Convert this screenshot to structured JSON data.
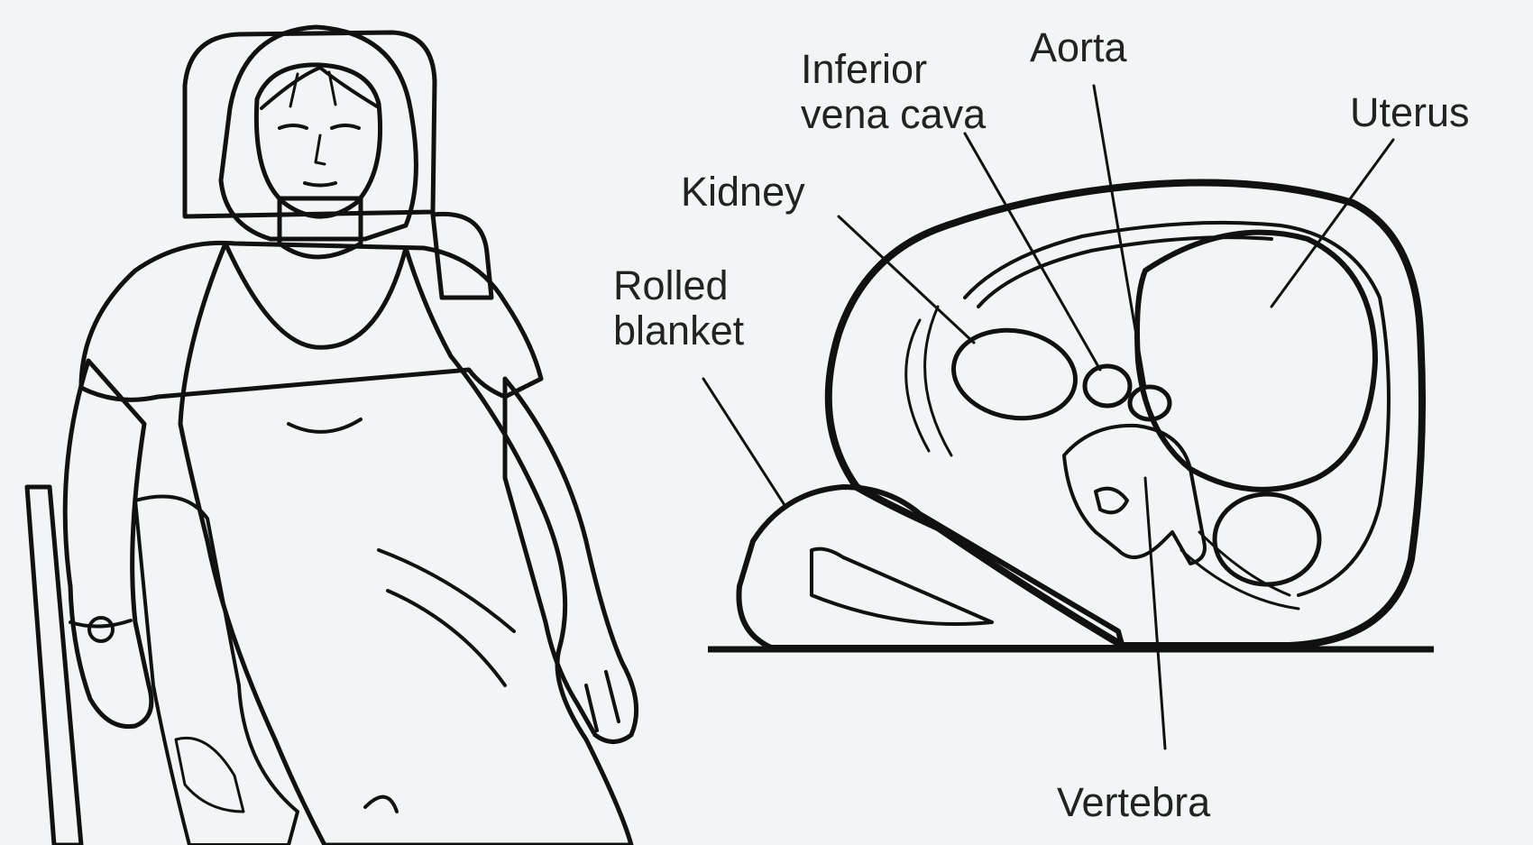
{
  "labels": {
    "inferior_vena_cava_line1": "Inferior",
    "inferior_vena_cava_line2": "vena cava",
    "aorta": "Aorta",
    "uterus": "Uterus",
    "kidney": "Kidney",
    "rolled_blanket_line1": "Rolled",
    "rolled_blanket_line2": "blanket",
    "vertebra": "Vertebra"
  },
  "colors": {
    "background": "#f1f5f6",
    "dress": "#f6f08a",
    "blanket": "#4d85c2",
    "blanket_dark": "#3566a4",
    "uterus": "#f6c8d4",
    "kidney": "#eeaa80",
    "aorta": "#d86f6a",
    "vena_cava": "#e4ecfb",
    "skin": "#ffffff",
    "ink": "#111111"
  }
}
